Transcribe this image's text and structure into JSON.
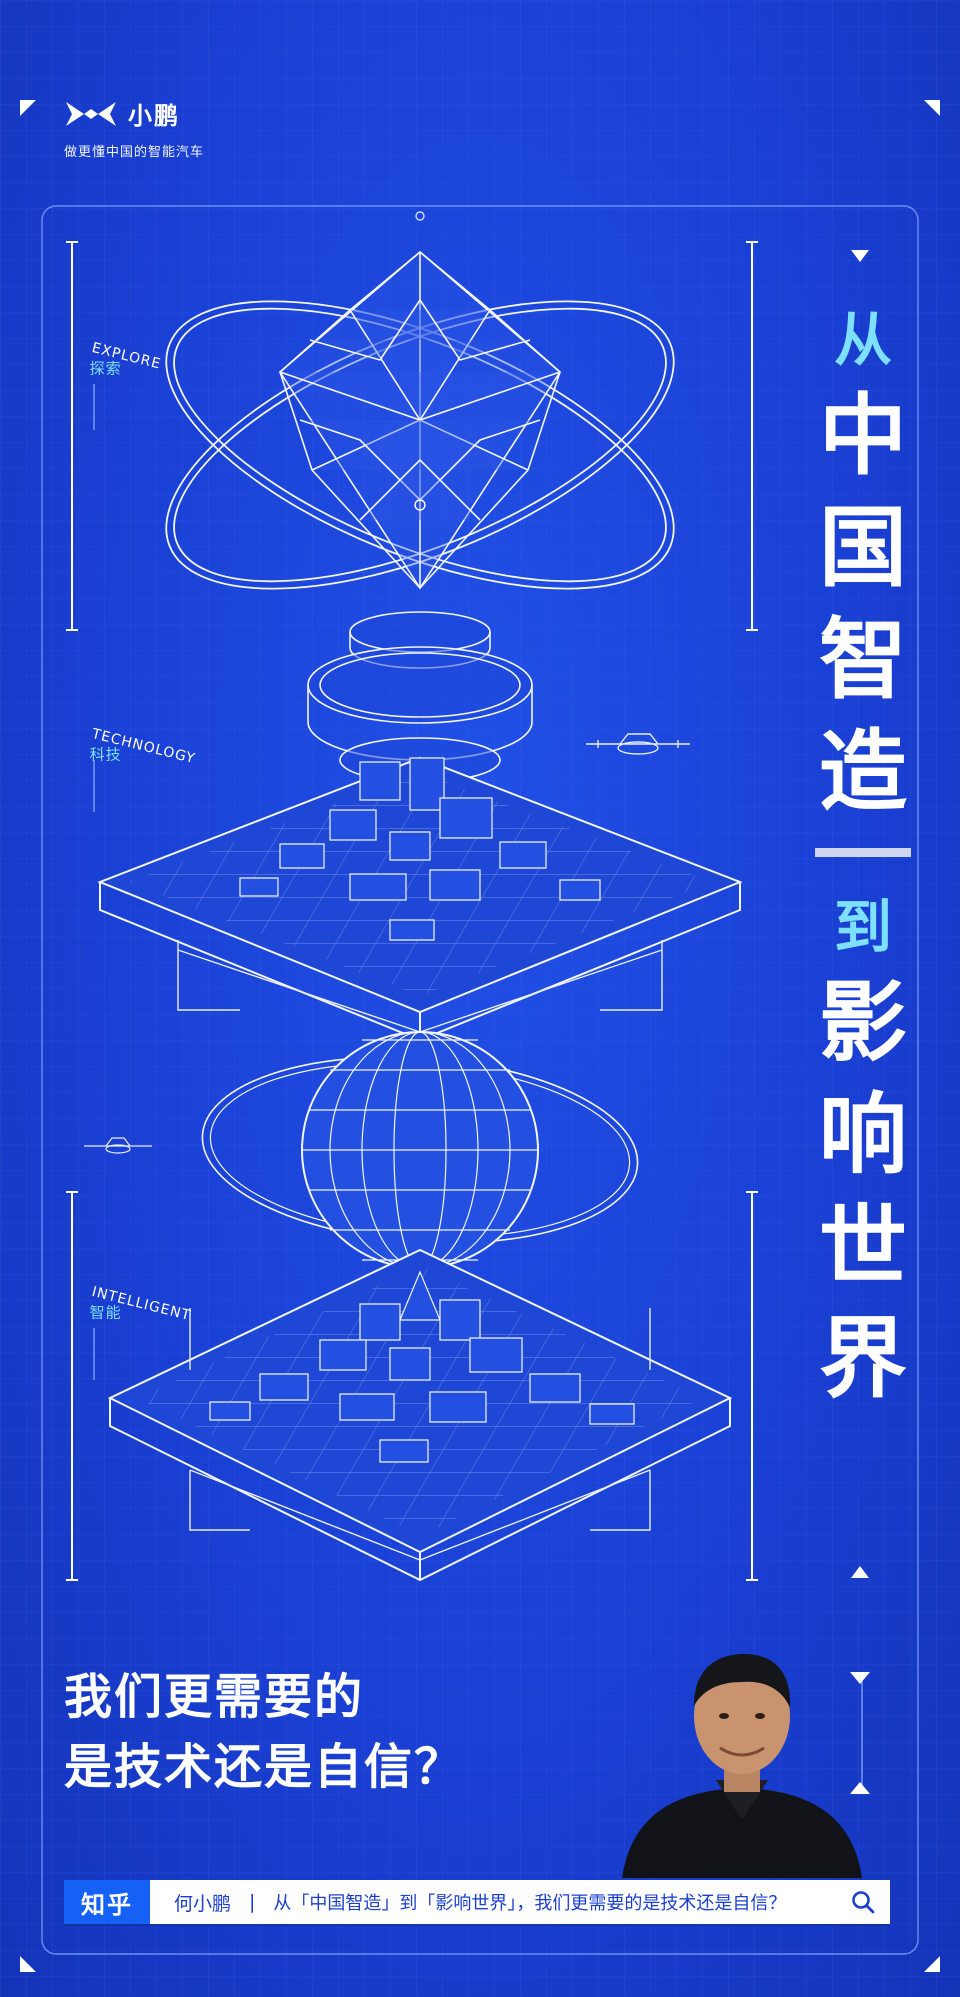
{
  "brand": {
    "name": "小鹏",
    "slogan": "做更懂中国的智能汽车"
  },
  "labels": [
    {
      "en": "EXPLORE",
      "cn": "探索"
    },
    {
      "en": "TECHNOLOGY",
      "cn": "科技"
    },
    {
      "en": "INTELLIGENT",
      "cn": "智能"
    }
  ],
  "title": {
    "from": "从",
    "part1": [
      "中",
      "国",
      "智",
      "造"
    ],
    "to": "到",
    "part2": [
      "影",
      "响",
      "世",
      "界"
    ]
  },
  "question": {
    "line1": "我们更需要的",
    "line2": "是技术还是自信？"
  },
  "zhihu": {
    "tag": "知乎",
    "author": "何小鹏",
    "separator": "|",
    "query": "从「中国智造」到「影响世界」，我们更需要的是技术还是自信？"
  },
  "colors": {
    "background": "#1a40d4",
    "accent_cyan": "#7ee0ff",
    "zhihu_blue": "#1661f5"
  },
  "icons": [
    "xpeng-logo-icon",
    "search-icon",
    "drone-icon"
  ]
}
